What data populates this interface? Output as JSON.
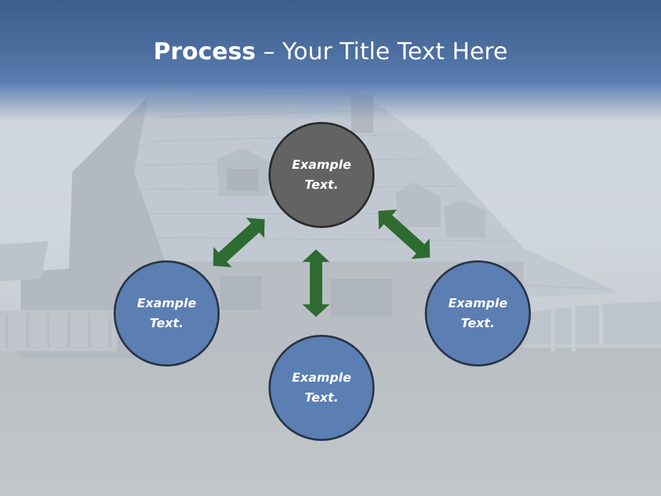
{
  "slide": {
    "title_bold": "Process",
    "title_rest": " – Your Title Text Here"
  },
  "diagram": {
    "center_node": {
      "text": "Example Text."
    },
    "left_node": {
      "text": "Example Text."
    },
    "bottom_node": {
      "text": "Example Text."
    },
    "right_node": {
      "text": "Example Text."
    }
  },
  "colors": {
    "header": "#4d70a1",
    "center_node": "#636363",
    "satellite_node": "#5b7fb3",
    "arrow": "#2e6b30"
  }
}
